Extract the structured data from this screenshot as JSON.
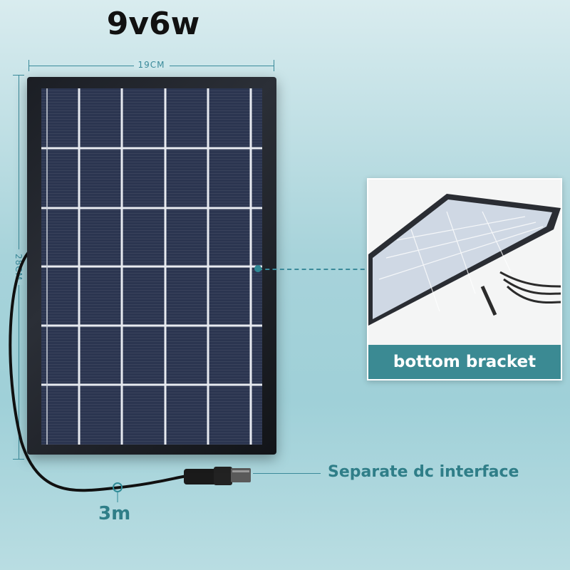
{
  "product": {
    "title": "9v6w",
    "width_label": "19CM",
    "height_label": "28CM"
  },
  "callouts": {
    "bracket": "bottom bracket",
    "dc_interface": "Separate dc interface",
    "cable_length": "3m"
  },
  "colors": {
    "accent": "#3b8a93",
    "panel_cells": "#2b3550",
    "frame": "#1b1e24"
  }
}
